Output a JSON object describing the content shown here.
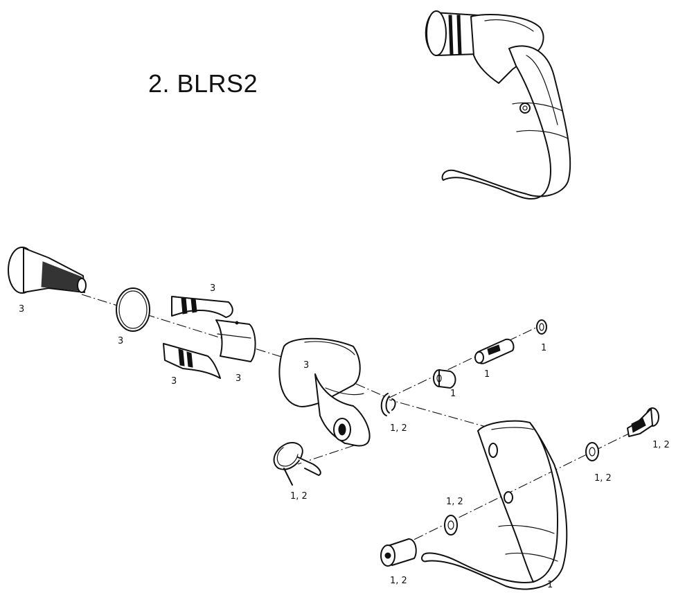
{
  "title": "2. BLRS2",
  "part_labels": {
    "bolt": "3",
    "oring": "3",
    "shim_top": "3",
    "shim_bottom": "3",
    "shim_wedge": "3",
    "body": "3",
    "clip": "1, 2",
    "spring": "1, 2",
    "barrel": "1",
    "adjuster": "1",
    "washer_right": "1",
    "pivot_bolt": "1, 2",
    "pivot_washer": "1, 2",
    "lever_washer": "1, 2",
    "lever_nut": "1, 2",
    "lever": "1"
  }
}
